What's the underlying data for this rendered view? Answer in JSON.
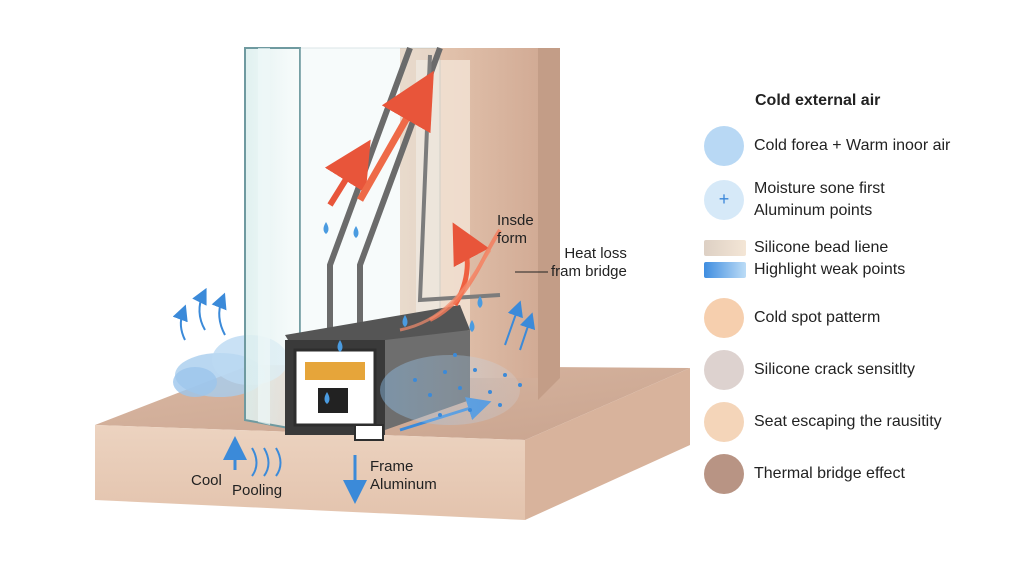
{
  "diagram": {
    "callouts": {
      "inside_form": [
        "Insde",
        "form"
      ],
      "heat_loss": [
        "Heat loss",
        "fram bridge"
      ],
      "cool": "Cool",
      "pooling": "Pooling",
      "frame_aluminum": [
        "Frame",
        "Aluminum"
      ]
    }
  },
  "legend": {
    "title": "Cold external air",
    "items": [
      {
        "text": "Cold forea   + Warm inoor air",
        "color": "#b8d8f4",
        "shape": "circle"
      },
      {
        "text": "Moisture sone first",
        "text2": "Aluminum points",
        "color": "#d6e9f8",
        "shape": "circle-plus",
        "icon": "+"
      },
      {
        "text": "Silicone bead liene",
        "color": "#eeddcc",
        "shape": "bar"
      },
      {
        "text": "Highlight weak points",
        "color": "#5aa0e6",
        "shape": "bar"
      },
      {
        "text": "Cold spot patterm",
        "color": "#f6cfae",
        "shape": "circle"
      },
      {
        "text": "Silicone crack sensitlty",
        "color": "#ddd2cf",
        "shape": "circle"
      },
      {
        "text": "Seat escaping the rausitity",
        "color": "#f4d5b9",
        "shape": "circle"
      },
      {
        "text": "Thermal bridge effect",
        "color": "#b89484",
        "shape": "circle"
      }
    ]
  }
}
